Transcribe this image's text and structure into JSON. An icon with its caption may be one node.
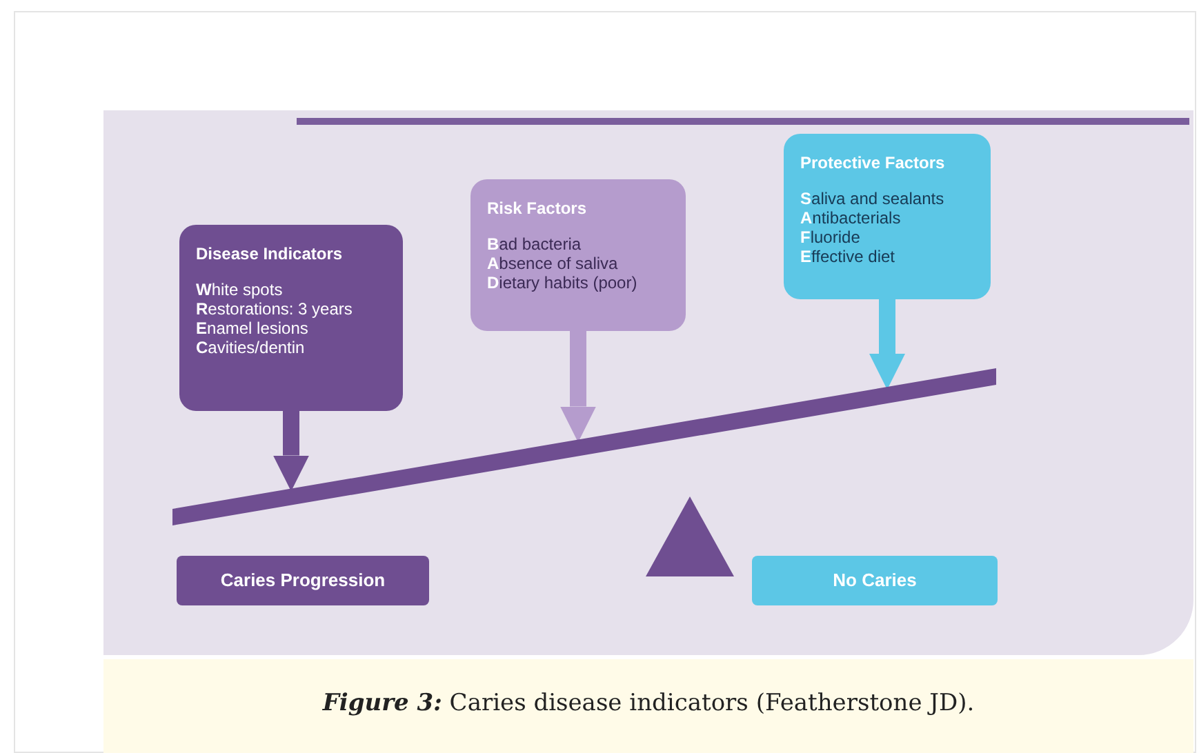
{
  "diagram": {
    "caption": "**Figure 3:** Caries disease indicators (Featherstone JD).",
    "nodes": [
      {
        "text": [
          "Disease Indicators",
          "**W**hite spots",
          "**R**estorations: 3 years",
          "**E**namel lesions",
          "**C**avities/dentin"
        ]
      },
      {
        "text": [
          "Risk Factors",
          "**B**ad bacteria",
          "**A**bsence of saliva",
          "**D**ietary habits (poor)"
        ]
      },
      {
        "text": [
          "Protective Factors",
          "**S**aliva and sealants",
          "**A**ntibacterials",
          "**F**luoride",
          "**E**ffective diet"
        ]
      },
      {
        "text": [],
        "shape": "bar"
      },
      {
        "text": [],
        "shape": "triangle"
      },
      {
        "text": [
          "Caries Progression"
        ]
      },
      {
        "text": [
          "No Caries"
        ]
      }
    ],
    "edges": [
      {
        "from": 0,
        "to": 3,
        "arrow": "to",
        "color": "#6f4e91"
      },
      {
        "from": 1,
        "to": 3,
        "arrow": "to",
        "color": "#b59ccd"
      },
      {
        "from": 2,
        "to": 3,
        "arrow": "to",
        "color": "#5cc7e6"
      }
    ]
  }
}
